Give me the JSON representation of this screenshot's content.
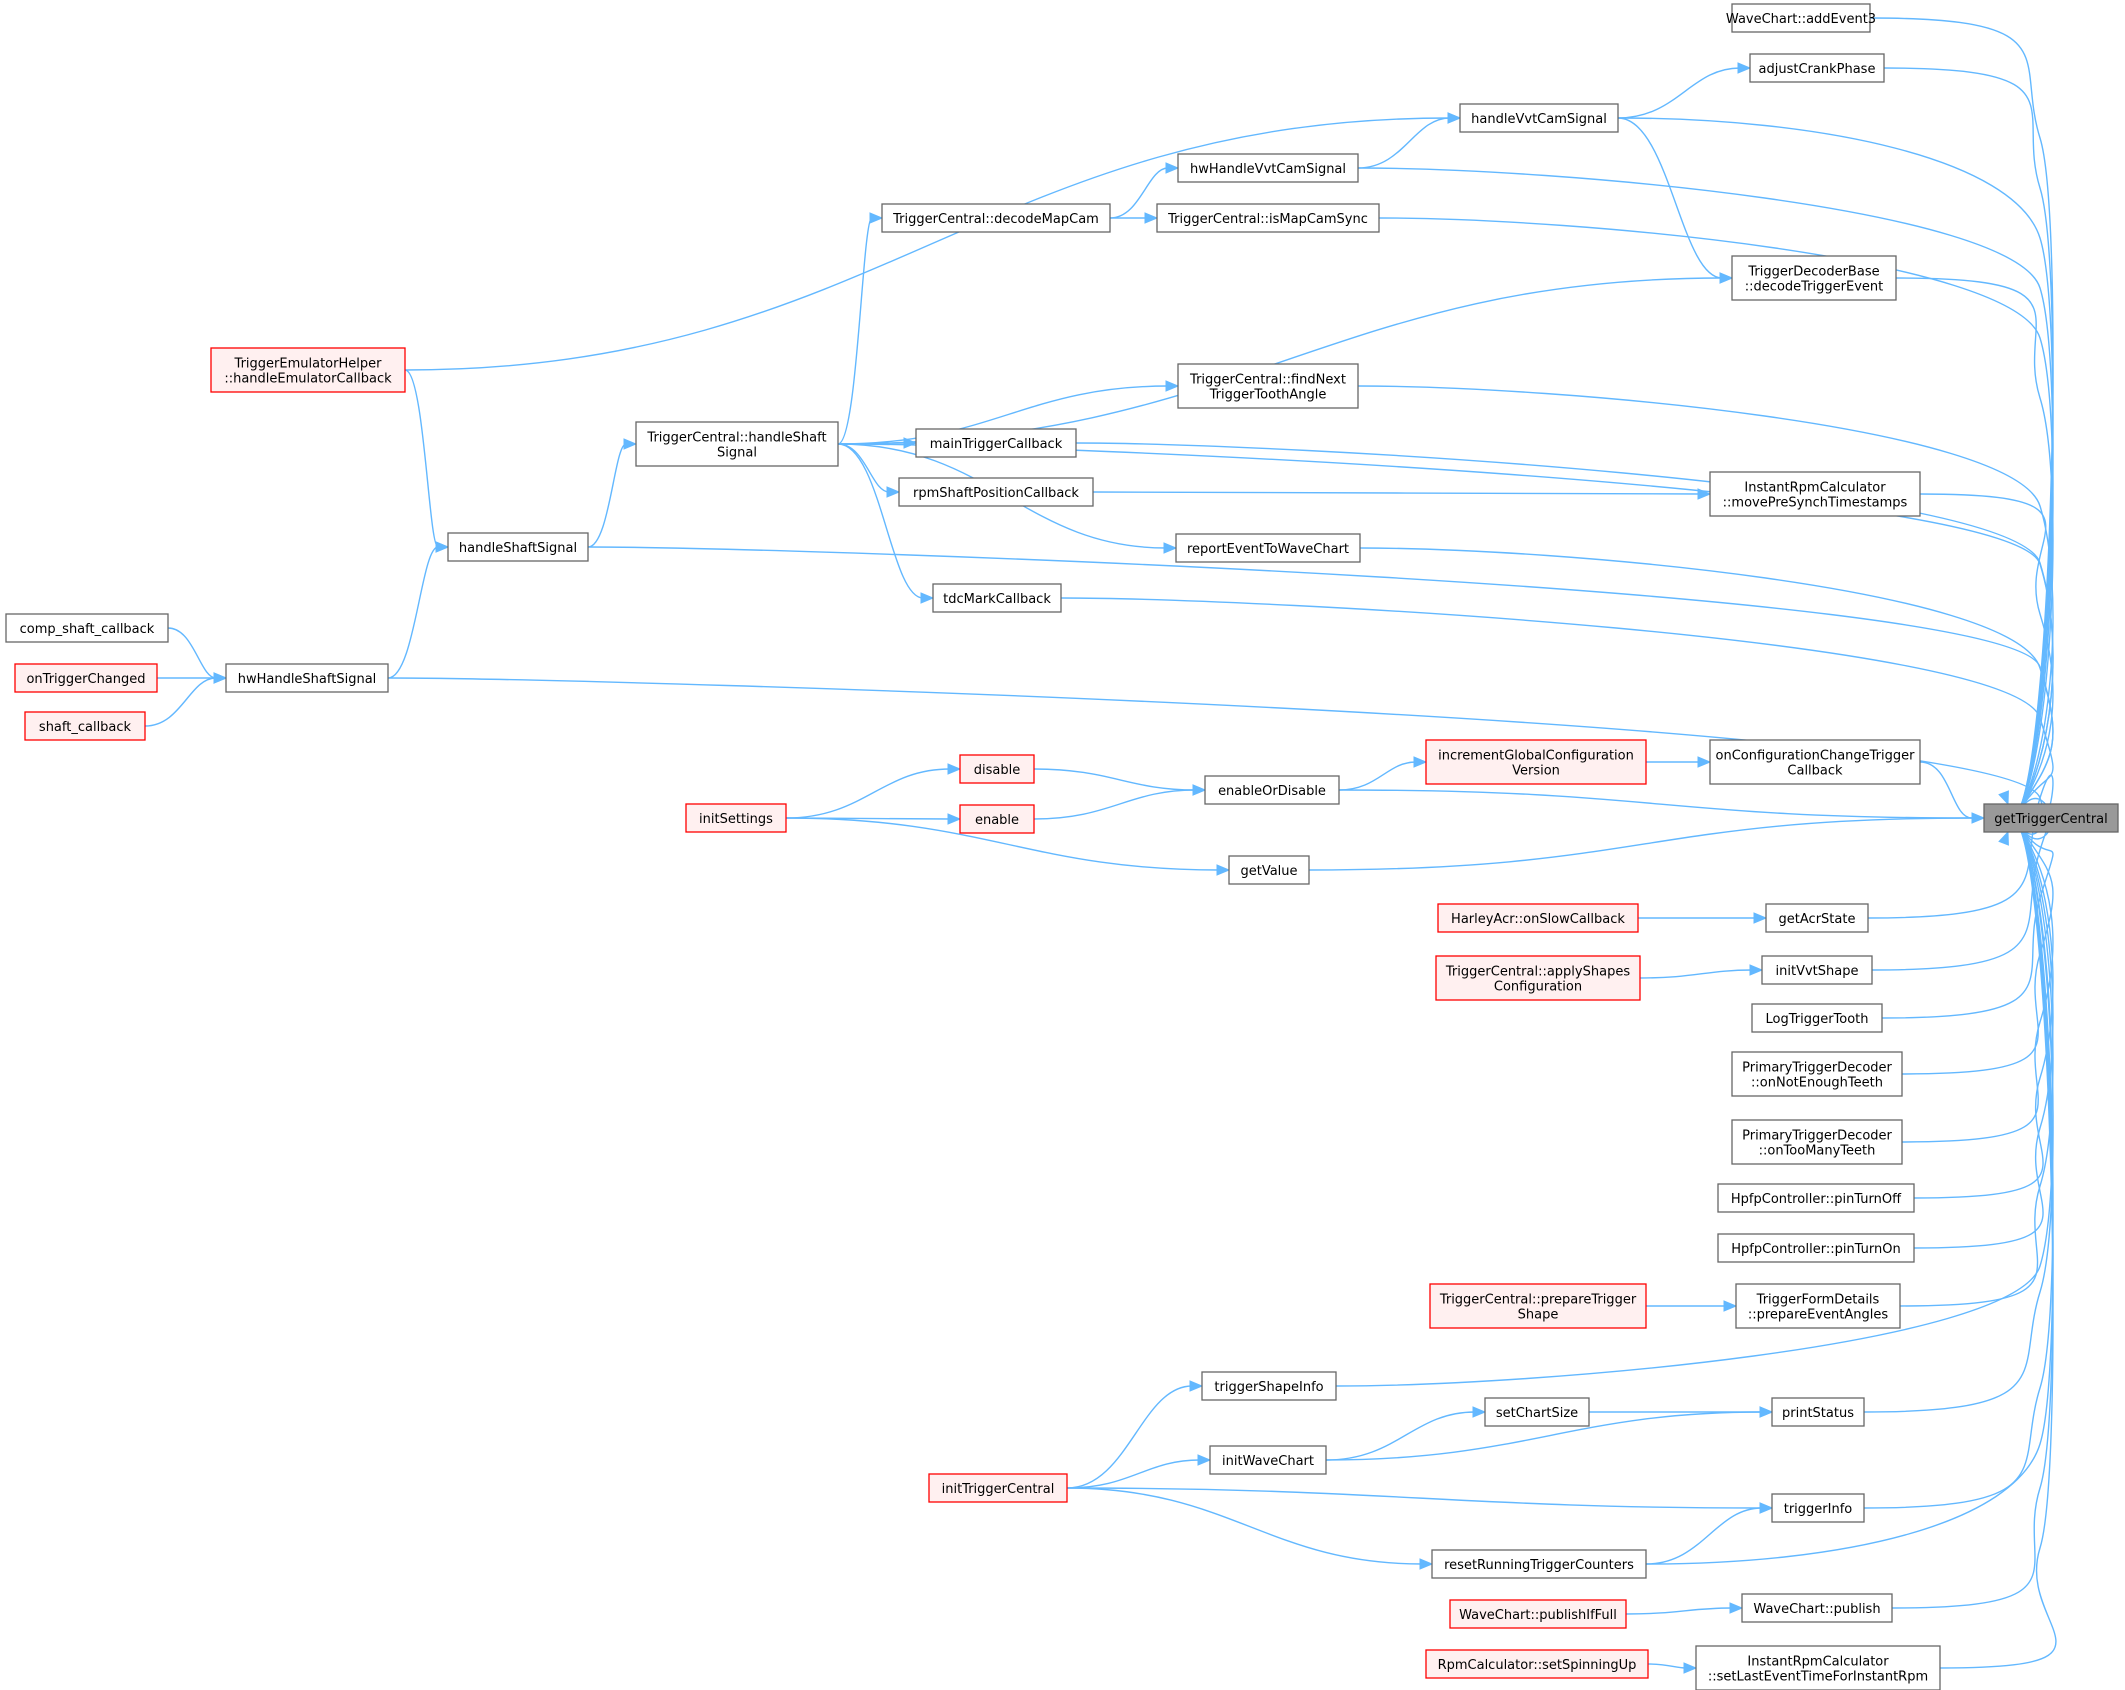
{
  "diagram": {
    "target": {
      "id": "getTriggerCentral",
      "lines": [
        "getTriggerCentral"
      ],
      "style": "gray"
    },
    "nodes": [
      {
        "id": "addEvent3",
        "lines": [
          "WaveChart::addEvent3"
        ],
        "style": "normal"
      },
      {
        "id": "adjustCrankPhase",
        "lines": [
          "adjustCrankPhase"
        ],
        "style": "normal"
      },
      {
        "id": "handleVvtCamSignal",
        "lines": [
          "handleVvtCamSignal"
        ],
        "style": "normal"
      },
      {
        "id": "hwHandleVvtCamSignal",
        "lines": [
          "hwHandleVvtCamSignal"
        ],
        "style": "normal"
      },
      {
        "id": "decodeMapCam",
        "lines": [
          "TriggerCentral::decodeMapCam"
        ],
        "style": "normal"
      },
      {
        "id": "isMapCamSync",
        "lines": [
          "TriggerCentral::isMapCamSync"
        ],
        "style": "normal"
      },
      {
        "id": "decodeTriggerEvent",
        "lines": [
          "TriggerDecoderBase",
          "::decodeTriggerEvent"
        ],
        "style": "normal"
      },
      {
        "id": "handleEmulatorCallback",
        "lines": [
          "TriggerEmulatorHelper",
          "::handleEmulatorCallback"
        ],
        "style": "red"
      },
      {
        "id": "findNextTriggerToothAngle",
        "lines": [
          "TriggerCentral::findNext",
          "TriggerToothAngle"
        ],
        "style": "normal"
      },
      {
        "id": "tcHandleShaftSignal",
        "lines": [
          "TriggerCentral::handleShaft",
          "Signal"
        ],
        "style": "normal"
      },
      {
        "id": "mainTriggerCallback",
        "lines": [
          "mainTriggerCallback"
        ],
        "style": "normal"
      },
      {
        "id": "rpmShaftPositionCallback",
        "lines": [
          "rpmShaftPositionCallback"
        ],
        "style": "normal"
      },
      {
        "id": "movePreSynchTimestamps",
        "lines": [
          "InstantRpmCalculator",
          "::movePreSynchTimestamps"
        ],
        "style": "normal"
      },
      {
        "id": "handleShaftSignal",
        "lines": [
          "handleShaftSignal"
        ],
        "style": "normal"
      },
      {
        "id": "reportEventToWaveChart",
        "lines": [
          "reportEventToWaveChart"
        ],
        "style": "normal"
      },
      {
        "id": "tdcMarkCallback",
        "lines": [
          "tdcMarkCallback"
        ],
        "style": "normal"
      },
      {
        "id": "comp_shaft_callback",
        "lines": [
          "comp_shaft_callback"
        ],
        "style": "normal"
      },
      {
        "id": "hwHandleShaftSignal",
        "lines": [
          "hwHandleShaftSignal"
        ],
        "style": "normal"
      },
      {
        "id": "onTriggerChanged",
        "lines": [
          "onTriggerChanged"
        ],
        "style": "red"
      },
      {
        "id": "shaft_callback",
        "lines": [
          "shaft_callback"
        ],
        "style": "red"
      },
      {
        "id": "incrementGlobalConfigurationVersion",
        "lines": [
          "incrementGlobalConfiguration",
          "Version"
        ],
        "style": "red"
      },
      {
        "id": "onConfigurationChangeTriggerCallback",
        "lines": [
          "onConfigurationChangeTrigger",
          "Callback"
        ],
        "style": "normal"
      },
      {
        "id": "disable",
        "lines": [
          "disable"
        ],
        "style": "red"
      },
      {
        "id": "enableOrDisable",
        "lines": [
          "enableOrDisable"
        ],
        "style": "normal"
      },
      {
        "id": "initSettings",
        "lines": [
          "initSettings"
        ],
        "style": "red"
      },
      {
        "id": "enable",
        "lines": [
          "enable"
        ],
        "style": "red"
      },
      {
        "id": "getValue",
        "lines": [
          "getValue"
        ],
        "style": "normal"
      },
      {
        "id": "onSlowCallback",
        "lines": [
          "HarleyAcr::onSlowCallback"
        ],
        "style": "red"
      },
      {
        "id": "getAcrState",
        "lines": [
          "getAcrState"
        ],
        "style": "normal"
      },
      {
        "id": "applyShapesConfiguration",
        "lines": [
          "TriggerCentral::applyShapes",
          "Configuration"
        ],
        "style": "red"
      },
      {
        "id": "initVvtShape",
        "lines": [
          "initVvtShape"
        ],
        "style": "normal"
      },
      {
        "id": "LogTriggerTooth",
        "lines": [
          "LogTriggerTooth"
        ],
        "style": "normal"
      },
      {
        "id": "onNotEnoughTeeth",
        "lines": [
          "PrimaryTriggerDecoder",
          "::onNotEnoughTeeth"
        ],
        "style": "normal"
      },
      {
        "id": "onTooManyTeeth",
        "lines": [
          "PrimaryTriggerDecoder",
          "::onTooManyTeeth"
        ],
        "style": "normal"
      },
      {
        "id": "pinTurnOff",
        "lines": [
          "HpfpController::pinTurnOff"
        ],
        "style": "normal"
      },
      {
        "id": "pinTurnOn",
        "lines": [
          "HpfpController::pinTurnOn"
        ],
        "style": "normal"
      },
      {
        "id": "prepareTriggerShape",
        "lines": [
          "TriggerCentral::prepareTrigger",
          "Shape"
        ],
        "style": "red"
      },
      {
        "id": "prepareEventAngles",
        "lines": [
          "TriggerFormDetails",
          "::prepareEventAngles"
        ],
        "style": "normal"
      },
      {
        "id": "triggerShapeInfo",
        "lines": [
          "triggerShapeInfo"
        ],
        "style": "normal"
      },
      {
        "id": "setChartSize",
        "lines": [
          "setChartSize"
        ],
        "style": "normal"
      },
      {
        "id": "printStatus",
        "lines": [
          "printStatus"
        ],
        "style": "normal"
      },
      {
        "id": "initWaveChart",
        "lines": [
          "initWaveChart"
        ],
        "style": "normal"
      },
      {
        "id": "initTriggerCentral",
        "lines": [
          "initTriggerCentral"
        ],
        "style": "red"
      },
      {
        "id": "triggerInfo",
        "lines": [
          "triggerInfo"
        ],
        "style": "normal"
      },
      {
        "id": "resetRunningTriggerCounters",
        "lines": [
          "resetRunningTriggerCounters"
        ],
        "style": "normal"
      },
      {
        "id": "publishIfFull",
        "lines": [
          "WaveChart::publishIfFull"
        ],
        "style": "red"
      },
      {
        "id": "publish",
        "lines": [
          "WaveChart::publish"
        ],
        "style": "normal"
      },
      {
        "id": "setSpinningUp",
        "lines": [
          "RpmCalculator::setSpinningUp"
        ],
        "style": "red"
      },
      {
        "id": "setLastEventTimeForInstantRpm",
        "lines": [
          "InstantRpmCalculator",
          "::setLastEventTimeForInstantRpm"
        ],
        "style": "normal"
      }
    ],
    "edges": [
      [
        "adjustCrankPhase",
        "handleVvtCamSignal"
      ],
      [
        "handleVvtCamSignal",
        "hwHandleVvtCamSignal"
      ],
      [
        "handleVvtCamSignal",
        "handleEmulatorCallback"
      ],
      [
        "hwHandleVvtCamSignal",
        "decodeMapCam"
      ],
      [
        "isMapCamSync",
        "decodeMapCam"
      ],
      [
        "decodeMapCam",
        "tcHandleShaftSignal"
      ],
      [
        "decodeTriggerEvent",
        "handleVvtCamSignal"
      ],
      [
        "decodeTriggerEvent",
        "tcHandleShaftSignal"
      ],
      [
        "findNextTriggerToothAngle",
        "tcHandleShaftSignal"
      ],
      [
        "mainTriggerCallback",
        "tcHandleShaftSignal"
      ],
      [
        "rpmShaftPositionCallback",
        "tcHandleShaftSignal"
      ],
      [
        "reportEventToWaveChart",
        "tcHandleShaftSignal"
      ],
      [
        "tdcMarkCallback",
        "tcHandleShaftSignal"
      ],
      [
        "tcHandleShaftSignal",
        "handleShaftSignal"
      ],
      [
        "movePreSynchTimestamps",
        "rpmShaftPositionCallback"
      ],
      [
        "handleShaftSignal",
        "handleEmulatorCallback"
      ],
      [
        "handleShaftSignal",
        "hwHandleShaftSignal"
      ],
      [
        "hwHandleShaftSignal",
        "comp_shaft_callback"
      ],
      [
        "hwHandleShaftSignal",
        "onTriggerChanged"
      ],
      [
        "hwHandleShaftSignal",
        "shaft_callback"
      ],
      [
        "onConfigurationChangeTriggerCallback",
        "incrementGlobalConfigurationVersion"
      ],
      [
        "incrementGlobalConfigurationVersion",
        "enableOrDisable"
      ],
      [
        "enableOrDisable",
        "disable"
      ],
      [
        "enableOrDisable",
        "enable"
      ],
      [
        "disable",
        "initSettings"
      ],
      [
        "enable",
        "initSettings"
      ],
      [
        "getValue",
        "initSettings"
      ],
      [
        "getAcrState",
        "onSlowCallback"
      ],
      [
        "initVvtShape",
        "applyShapesConfiguration"
      ],
      [
        "prepareEventAngles",
        "prepareTriggerShape"
      ],
      [
        "triggerShapeInfo",
        "initTriggerCentral"
      ],
      [
        "printStatus",
        "setChartSize"
      ],
      [
        "printStatus",
        "initWaveChart"
      ],
      [
        "setChartSize",
        "initWaveChart"
      ],
      [
        "initWaveChart",
        "initTriggerCentral"
      ],
      [
        "triggerInfo",
        "initTriggerCentral"
      ],
      [
        "triggerInfo",
        "resetRunningTriggerCounters"
      ],
      [
        "resetRunningTriggerCounters",
        "initTriggerCentral"
      ],
      [
        "publish",
        "publishIfFull"
      ],
      [
        "setLastEventTimeForInstantRpm",
        "setSpinningUp"
      ]
    ],
    "target_edges": [
      "addEvent3",
      "adjustCrankPhase",
      "handleVvtCamSignal",
      "hwHandleVvtCamSignal",
      "isMapCamSync",
      "decodeTriggerEvent",
      "tcHandleShaftSignal",
      "findNextTriggerToothAngle",
      "mainTriggerCallback",
      "movePreSynchTimestamps",
      "reportEventToWaveChart",
      "tdcMarkCallback",
      "handleShaftSignal",
      "hwHandleShaftSignal",
      "onConfigurationChangeTriggerCallback",
      "enableOrDisable",
      "getValue",
      "getAcrState",
      "initVvtShape",
      "LogTriggerTooth",
      "onNotEnoughTeeth",
      "onTooManyTeeth",
      "pinTurnOff",
      "pinTurnOn",
      "prepareEventAngles",
      "triggerShapeInfo",
      "printStatus",
      "triggerInfo",
      "resetRunningTriggerCounters",
      "publish",
      "setLastEventTimeForInstantRpm"
    ],
    "colors": {
      "edge": "#63b8ff",
      "node_border": "#666666",
      "highlight_border": "#ff0000",
      "highlight_fill": "#fff0f0",
      "target_fill": "#999999"
    }
  }
}
